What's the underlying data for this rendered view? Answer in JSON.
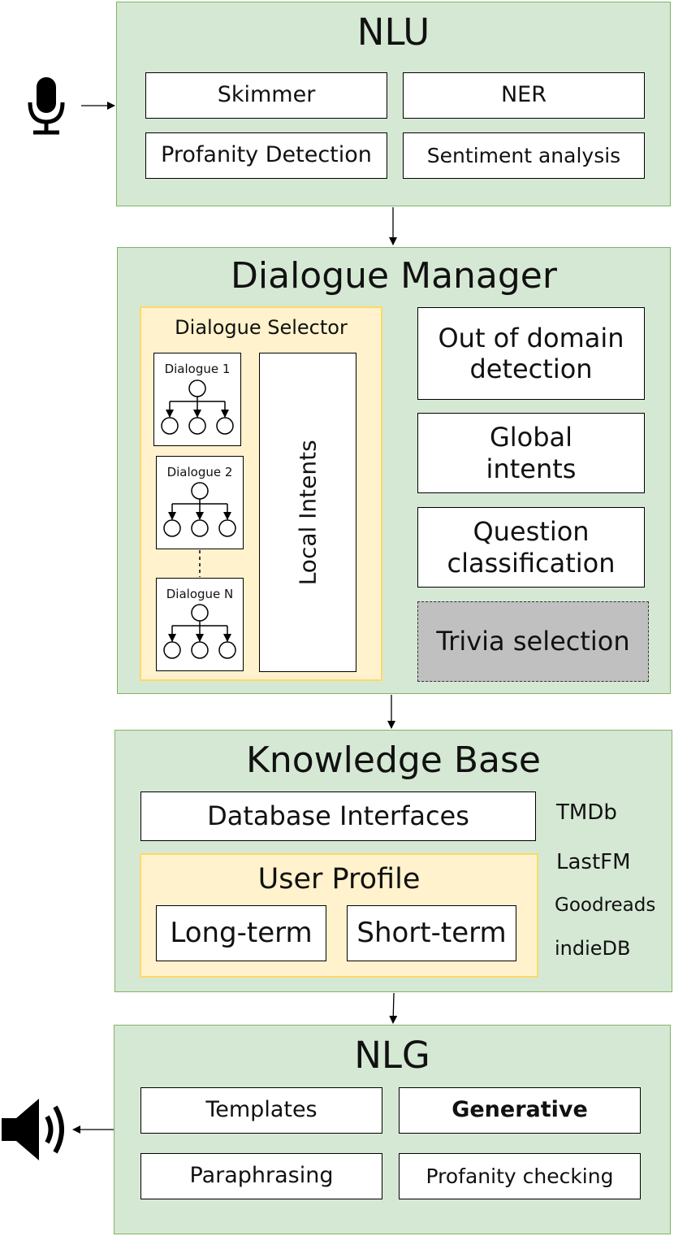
{
  "nlu": {
    "title": "NLU",
    "components": [
      "Skimmer",
      "NER",
      "Profanity Detection",
      "Sentiment analysis"
    ]
  },
  "dialogue_manager": {
    "title": "Dialogue Manager",
    "selector": {
      "title": "Dialogue Selector",
      "dialogues": [
        "Dialogue 1",
        "Dialogue 2",
        "Dialogue N"
      ],
      "local_intents": "Local Intents"
    },
    "components": [
      "Out of domain detection",
      "Global intents",
      "Question classification",
      "Trivia selection"
    ]
  },
  "knowledge_base": {
    "title": "Knowledge Base",
    "database_interfaces": "Database Interfaces",
    "sources": [
      "TMDb",
      "LastFM",
      "Goodreads",
      "indieDB"
    ],
    "user_profile": {
      "title": "User Profile",
      "items": [
        "Long-term",
        "Short-term"
      ]
    }
  },
  "nlg": {
    "title": "NLG",
    "components": [
      "Templates",
      "Generative",
      "Paraphrasing",
      "Profanity checking"
    ]
  },
  "icons": {
    "input": "microphone-icon",
    "output": "speaker-icon"
  },
  "colors": {
    "panel_fill": "#d5e8d4",
    "panel_border": "#82b366",
    "group_fill": "#fff2cc",
    "group_border": "#ffd966",
    "inactive_fill": "#c0c0c0"
  }
}
